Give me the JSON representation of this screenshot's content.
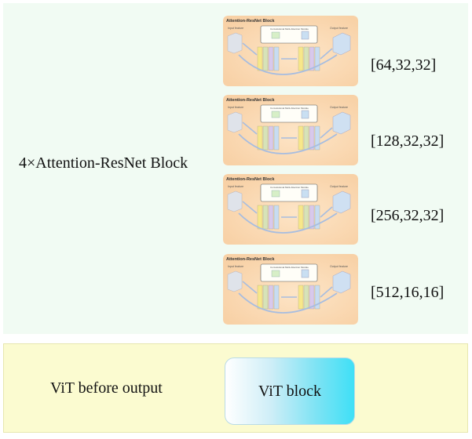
{
  "left_panel": {
    "label": "4×Attention-ResNet Block"
  },
  "blocks": [
    {
      "title": "Attention-ResNet Block",
      "input_label": "Input feature",
      "output_label": "Output feature",
      "module_label": "Convolutional Multi-Attention Module",
      "dimension": "[64,32,32]"
    },
    {
      "title": "Attention-ResNet Block",
      "input_label": "Input feature",
      "output_label": "Output feature",
      "module_label": "Convolutional Multi-Attention Module",
      "dimension": "[128,32,32]"
    },
    {
      "title": "Attention-ResNet Block",
      "input_label": "Input feature",
      "output_label": "Output feature",
      "module_label": "Convolutional Multi-Attention Module",
      "dimension": "[256,32,32]"
    },
    {
      "title": "Attention-ResNet Block",
      "input_label": "Input feature",
      "output_label": "Output feature",
      "module_label": "Convolutional Multi-Attention Module",
      "dimension": "[512,16,16]"
    }
  ],
  "bottom_panel": {
    "label": "ViT before output",
    "vit_block_label": "ViT block"
  },
  "colors": {
    "top_panel": "#f1fbf3",
    "bottom_panel": "#fbfbd0",
    "vit_gradient_end": "#3fe0f6",
    "block_background": "#fde5c7"
  }
}
